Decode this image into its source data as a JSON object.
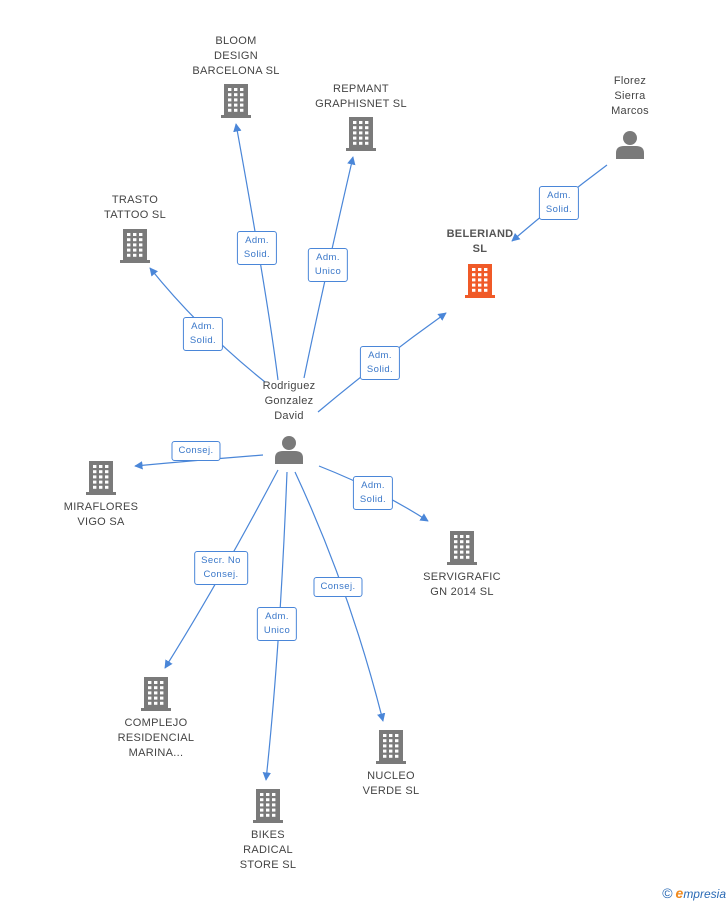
{
  "colors": {
    "edge": "#4a86d8",
    "node": "#7a7a7a",
    "highlight": "#f05a28",
    "badge_text": "#3b78c9"
  },
  "nodes": [
    {
      "id": "bloom",
      "type": "company",
      "label": "BLOOM\nDESIGN\nBARCELONA SL"
    },
    {
      "id": "repmant",
      "type": "company",
      "label": "REPMANT\nGRAPHISNET SL"
    },
    {
      "id": "florez",
      "type": "person",
      "label": "Florez\nSierra\nMarcos"
    },
    {
      "id": "trasto",
      "type": "company",
      "label": "TRASTO\nTATTOO SL"
    },
    {
      "id": "beleriand",
      "type": "company",
      "label": "BELERIAND\nSL",
      "highlight": true
    },
    {
      "id": "rodriguez",
      "type": "person",
      "label": "Rodriguez\nGonzalez\nDavid"
    },
    {
      "id": "miraflores",
      "type": "company",
      "label": "MIRAFLORES\nVIGO SA"
    },
    {
      "id": "servigrafic",
      "type": "company",
      "label": "SERVIGRAFIC\nGN 2014  SL"
    },
    {
      "id": "complejo",
      "type": "company",
      "label": "COMPLEJO\nRESIDENCIAL\nMARINA..."
    },
    {
      "id": "nucleo",
      "type": "company",
      "label": "NUCLEO\nVERDE SL"
    },
    {
      "id": "bikes",
      "type": "company",
      "label": "BIKES\nRADICAL\nSTORE SL"
    }
  ],
  "edges": [
    {
      "from": "rodriguez",
      "to": "bloom",
      "role": "Adm.\nSolid."
    },
    {
      "from": "rodriguez",
      "to": "repmant",
      "role": "Adm.\nUnico"
    },
    {
      "from": "rodriguez",
      "to": "trasto",
      "role": "Adm.\nSolid."
    },
    {
      "from": "rodriguez",
      "to": "beleriand",
      "role": "Adm.\nSolid."
    },
    {
      "from": "florez",
      "to": "beleriand",
      "role": "Adm.\nSolid."
    },
    {
      "from": "rodriguez",
      "to": "miraflores",
      "role": "Consej."
    },
    {
      "from": "rodriguez",
      "to": "servigrafic",
      "role": "Adm.\nSolid."
    },
    {
      "from": "rodriguez",
      "to": "complejo",
      "role": "Secr.  No\nConsej."
    },
    {
      "from": "rodriguez",
      "to": "bikes",
      "role": "Adm.\nUnico"
    },
    {
      "from": "rodriguez",
      "to": "nucleo",
      "role": "Consej."
    }
  ],
  "footer": {
    "copyright_symbol": "©",
    "brand_initial": "e",
    "brand_rest": "mpresia"
  }
}
